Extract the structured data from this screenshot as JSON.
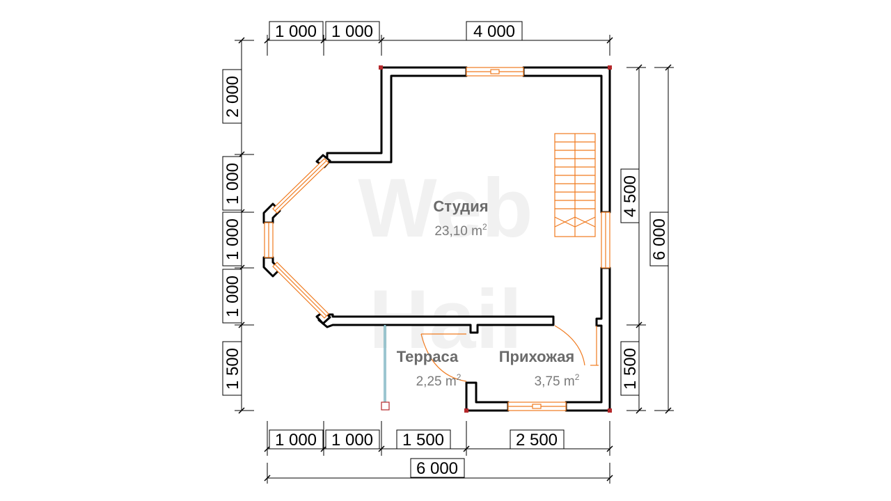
{
  "watermark": {
    "line1": "Web",
    "line2": "Hail"
  },
  "rooms": [
    {
      "name": "Студия",
      "area": "23,10 m",
      "unit_sup": "2"
    },
    {
      "name": "Терраса",
      "area": "2,25 m",
      "unit_sup": "2"
    },
    {
      "name": "Прихожая",
      "area": "3,75 m",
      "unit_sup": "2"
    }
  ],
  "dimensions": {
    "top": [
      "1 000",
      "1 000",
      "4 000"
    ],
    "bottom": [
      "1 000",
      "1 000",
      "1 500",
      "2 500"
    ],
    "bottom_total": "6 000",
    "left": [
      "2 000",
      "1 000",
      "1 000",
      "1 000",
      "1 500"
    ],
    "right": [
      "4 500",
      "1 500"
    ],
    "right_total": "6 000"
  },
  "colors": {
    "wall": "#000000",
    "window": "#f07a1e",
    "stair": "#f07a1e",
    "corner": "#b5282b",
    "terrace_post": "#3a8ea0",
    "dim_line": "#000000"
  }
}
